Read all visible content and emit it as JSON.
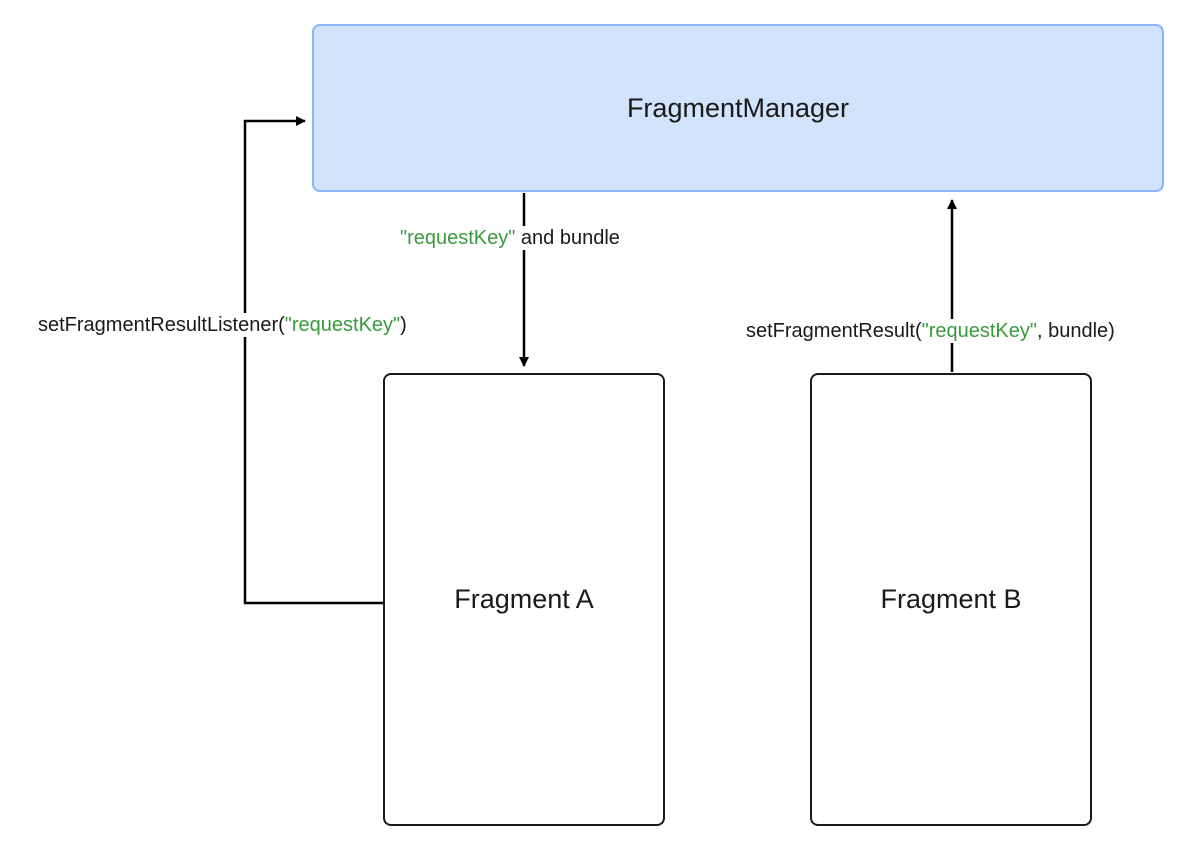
{
  "manager": {
    "title": "FragmentManager"
  },
  "fragment_a": {
    "title": "Fragment A"
  },
  "fragment_b": {
    "title": "Fragment B"
  },
  "edges": {
    "manager_to_a": {
      "key": "\"requestKey\"",
      "text": " and bundle"
    },
    "a_to_manager": {
      "prefix": "setFragmentResultListener(",
      "key": "\"requestKey\"",
      "suffix": ")"
    },
    "b_to_manager": {
      "prefix": "setFragmentResult(",
      "key": "\"requestKey\"",
      "suffix": ", bundle)"
    }
  },
  "colors": {
    "manager_fill": "#d2e3fc",
    "manager_border": "#8ab4f8",
    "key_text": "#3a9a3f",
    "line": "#000000"
  }
}
